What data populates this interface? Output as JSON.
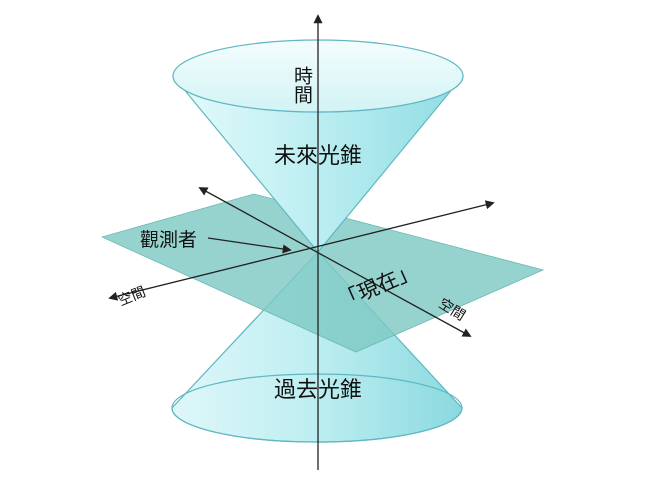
{
  "labels": {
    "time_axis": "時間",
    "future_cone": "未來光錐",
    "past_cone": "過去光錐",
    "observer": "觀測者",
    "space_left": "空間",
    "space_right": "空間",
    "present": "「現在」"
  },
  "colors": {
    "cone_fill": "#c9f0f2",
    "cone_edge": "#5fb7c2",
    "plane_fill": "#7fc9c4",
    "axis": "#222222"
  }
}
